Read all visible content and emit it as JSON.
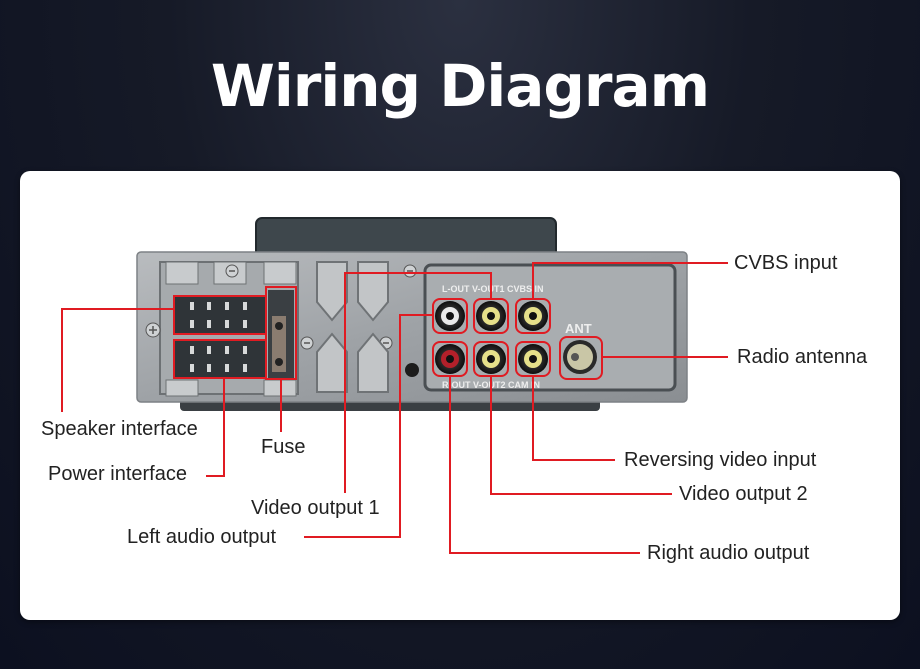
{
  "title": "Wiring Diagram",
  "colors": {
    "leader_line": "#e01b22",
    "panel_bg": "#ffffff",
    "background": "#141826",
    "rca_white": "#e9e9e9",
    "rca_yellow": "#e6e08a",
    "rca_red": "#b3202a"
  },
  "device": {
    "jack_labels_top": "L-OUT V-OUT1 CVBS IN",
    "jack_labels_bottom": "R-OUT V-OUT2 CAM IN",
    "antenna_label": "ANT"
  },
  "callouts": {
    "cvbs_input": "CVBS input",
    "radio_antenna": "Radio antenna",
    "speaker_interface": "Speaker interface",
    "fuse": "Fuse",
    "power_interface": "Power interface",
    "video_output_1": "Video output 1",
    "left_audio_output": "Left audio output",
    "reversing_video_input": "Reversing video input",
    "video_output_2": "Video output 2",
    "right_audio_output": "Right audio output"
  }
}
